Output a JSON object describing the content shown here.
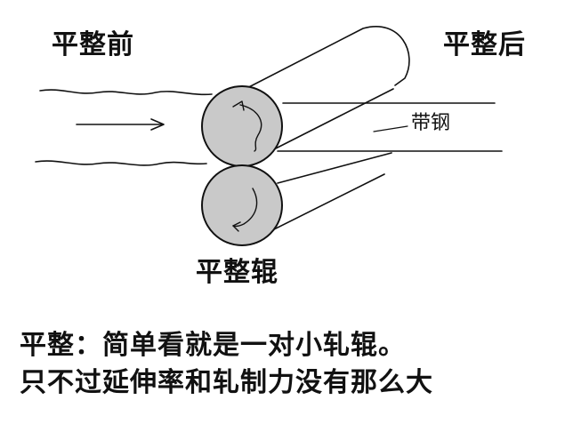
{
  "labels": {
    "before": "平整前",
    "after": "平整后",
    "strip": "带钢",
    "roller": "平整辊"
  },
  "caption": {
    "line1": "平整：简单看就是一对小轧辊。",
    "line2": "只不过延伸率和轧制力没有那么大"
  },
  "colors": {
    "roller_fill": "#c9c9c9",
    "ink": "#111111",
    "background": "#ffffff"
  },
  "icons": {
    "feed_direction": "arrow-right-icon",
    "rotation": "curved-arrow-icon"
  }
}
